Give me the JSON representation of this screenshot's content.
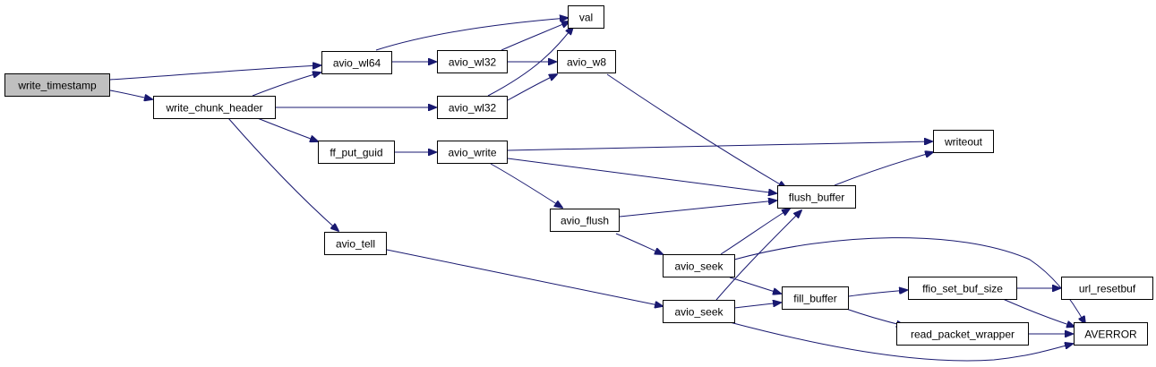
{
  "nodes": {
    "write_timestamp": "write_timestamp",
    "write_chunk_header": "write_chunk_header",
    "avio_wl64": "avio_wl64",
    "ff_put_guid": "ff_put_guid",
    "avio_tell": "avio_tell",
    "val": "val",
    "avio_wl32_a": "avio_wl32",
    "avio_wl32_b": "avio_wl32",
    "avio_w8": "avio_w8",
    "avio_write": "avio_write",
    "avio_flush": "avio_flush",
    "avio_seek_a": "avio_seek",
    "avio_seek_b": "avio_seek",
    "flush_buffer": "flush_buffer",
    "writeout": "writeout",
    "fill_buffer": "fill_buffer",
    "ffio_set_buf_size": "ffio_set_buf_size",
    "url_resetbuf": "url_resetbuf",
    "read_packet_wrapper": "read_packet_wrapper",
    "AVERROR": "AVERROR"
  },
  "colors": {
    "edge": "#191970",
    "root_fill": "#bfbfbf",
    "node_fill": "#ffffff",
    "border": "#000000"
  }
}
